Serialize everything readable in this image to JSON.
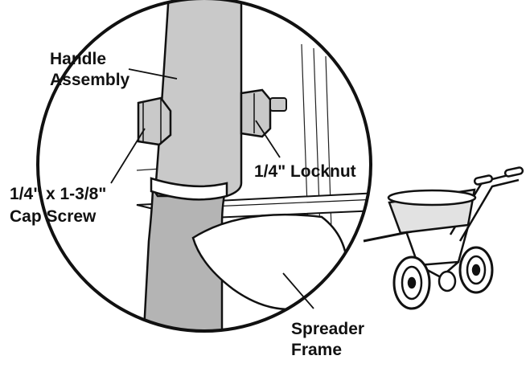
{
  "labels": {
    "handle_assembly": [
      "Handle",
      "Assembly"
    ],
    "locknut": "1/4\" Locknut",
    "cap_screw": [
      "1/4\" x 1-3/8\"",
      "Cap Screw"
    ],
    "spreader_frame": [
      "Spreader",
      "Frame"
    ]
  },
  "colors": {
    "ink": "#111111",
    "tube": "#c9c9c9",
    "tube_dark": "#b4b4b4",
    "hopper": "#e2e2e2",
    "paper": "#ffffff"
  }
}
